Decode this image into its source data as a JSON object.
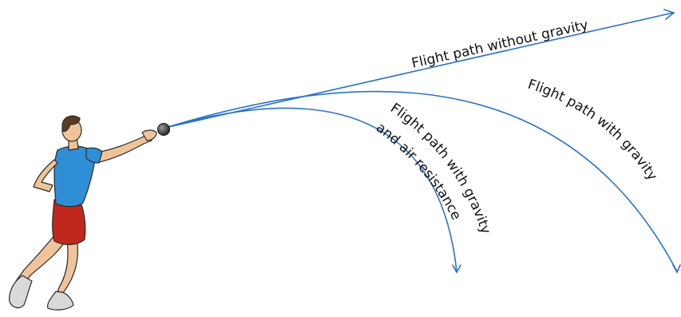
{
  "colors": {
    "trajectory": "#2a73c6",
    "ball": "#3a3a3a",
    "shirt": "#2f8fd6",
    "shorts": "#c0281c",
    "skin": "#f0c49a",
    "hair": "#5a3a22",
    "shoes": "#d9d9d9"
  },
  "labels": {
    "no_gravity": "Flight path without gravity",
    "with_gravity": "Flight path with gravity",
    "air_line1": "Flight path with gravity",
    "air_line2": "and  air resistance"
  },
  "icons": {
    "athlete": "shot-put-thrower-icon",
    "ball": "shot-put-ball-icon"
  }
}
